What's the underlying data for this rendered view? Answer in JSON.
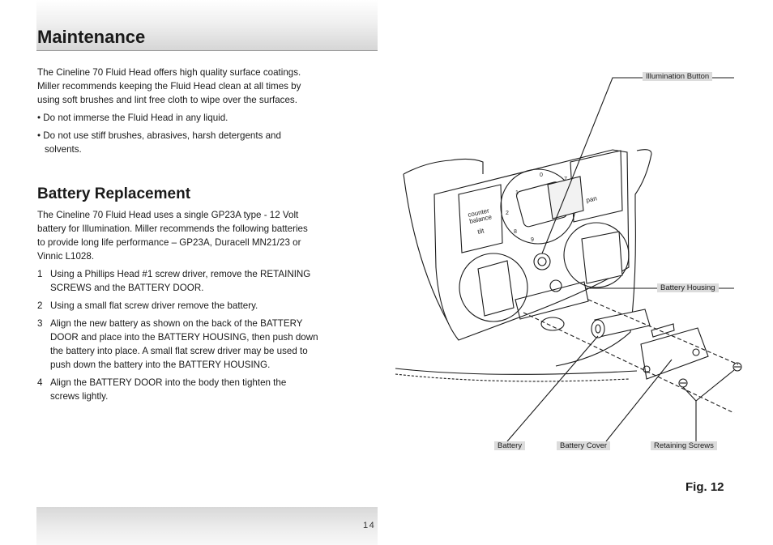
{
  "header": {
    "title": "Maintenance"
  },
  "intro": {
    "p1_line1": "The Cineline 70 Fluid Head offers high quality surface coatings.",
    "p1_line2": "Miller recommends keeping the Fluid Head clean at all times by",
    "p1_line3": "using soft brushes and lint free cloth to wipe over the surfaces.",
    "bullet1": "• Do not immerse the Fluid Head in any liquid.",
    "bullet2_line1": "• Do not use stiff brushes, abrasives, harsh detergents and",
    "bullet2_line2": "solvents."
  },
  "battery": {
    "title": "Battery Replacement",
    "p_line1": "The Cineline 70 Fluid Head uses a single GP23A type - 12 Volt",
    "p_line2": "battery for Illumination. Miller recommends the following batteries",
    "p_line3": "to provide long life performance – GP23A, Duracell MN21/23 or",
    "p_line4": "Vinnic L1028.",
    "steps": [
      {
        "num": "1",
        "line1": "Using a Phillips Head #1 screw driver, remove the RETAINING",
        "line2": "SCREWS and the BATTERY DOOR."
      },
      {
        "num": "2",
        "line1": "Using a small flat screw driver remove the battery."
      },
      {
        "num": "3",
        "line1": "Align the new battery as shown on the back of the BATTERY",
        "line2": "DOOR and place into the BATTERY HOUSING, then push down",
        "line3": "the battery into place. A small flat screw driver may be used to",
        "line4": "push down the battery into the BATTERY HOUSING."
      },
      {
        "num": "4",
        "line1": "Align the BATTERY DOOR into the body then tighten the",
        "line2": "screws lightly."
      }
    ]
  },
  "figure": {
    "label": "Fig. 12",
    "callouts": {
      "illumination_button": "Illumination Button",
      "battery_housing": "Battery Housing",
      "battery": "Battery",
      "battery_cover": "Battery Cover",
      "retaining_screws": "Retaining Screws"
    },
    "panel": {
      "counter_balance_1": "counter",
      "counter_balance_2": "balance",
      "tilt": "tilt",
      "pan": "pan"
    },
    "dial_numbers": [
      "1",
      "0",
      "7",
      "2",
      "8",
      "9"
    ]
  },
  "footer": {
    "page_number": "14"
  }
}
